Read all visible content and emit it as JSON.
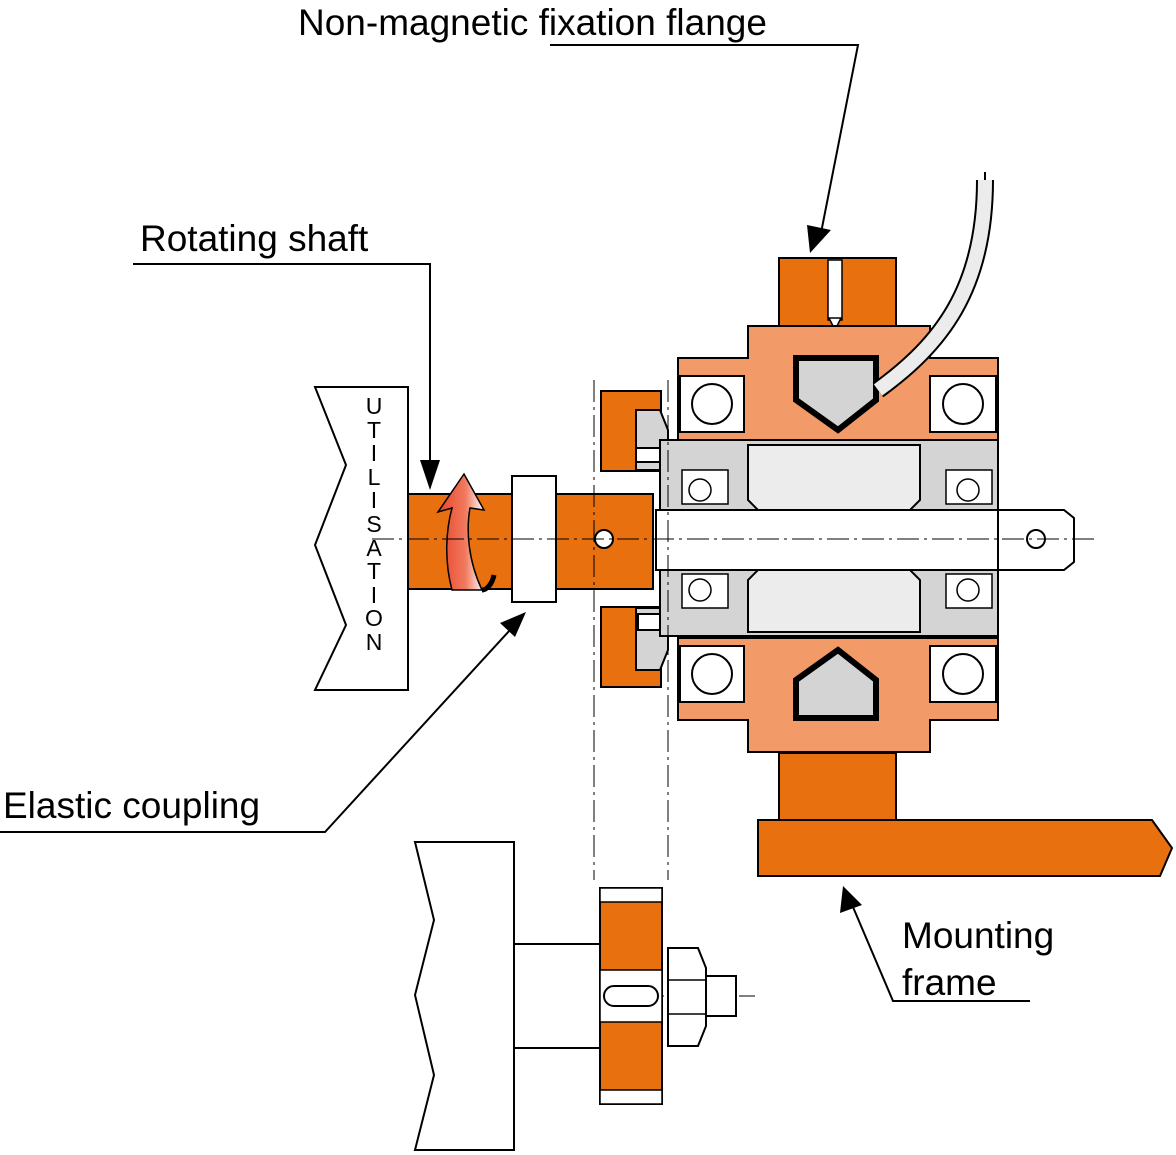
{
  "labels": {
    "flange": "Non-magnetic fixation flange",
    "rotating_shaft": "Rotating shaft",
    "elastic_coupling": "Elastic coupling",
    "mounting_frame_line1": "Mounting",
    "mounting_frame_line2": "frame"
  },
  "utilisation_letters": [
    "U",
    "T",
    "I",
    "L",
    "I",
    "S",
    "A",
    "T",
    "I",
    "O",
    "N"
  ],
  "colors": {
    "orange": "#e8700f",
    "light_orange": "#f29b68",
    "grey": "#d4d4d4",
    "light_grey": "#ececec",
    "arrow_red": "#e8442a",
    "line": "#000000"
  }
}
